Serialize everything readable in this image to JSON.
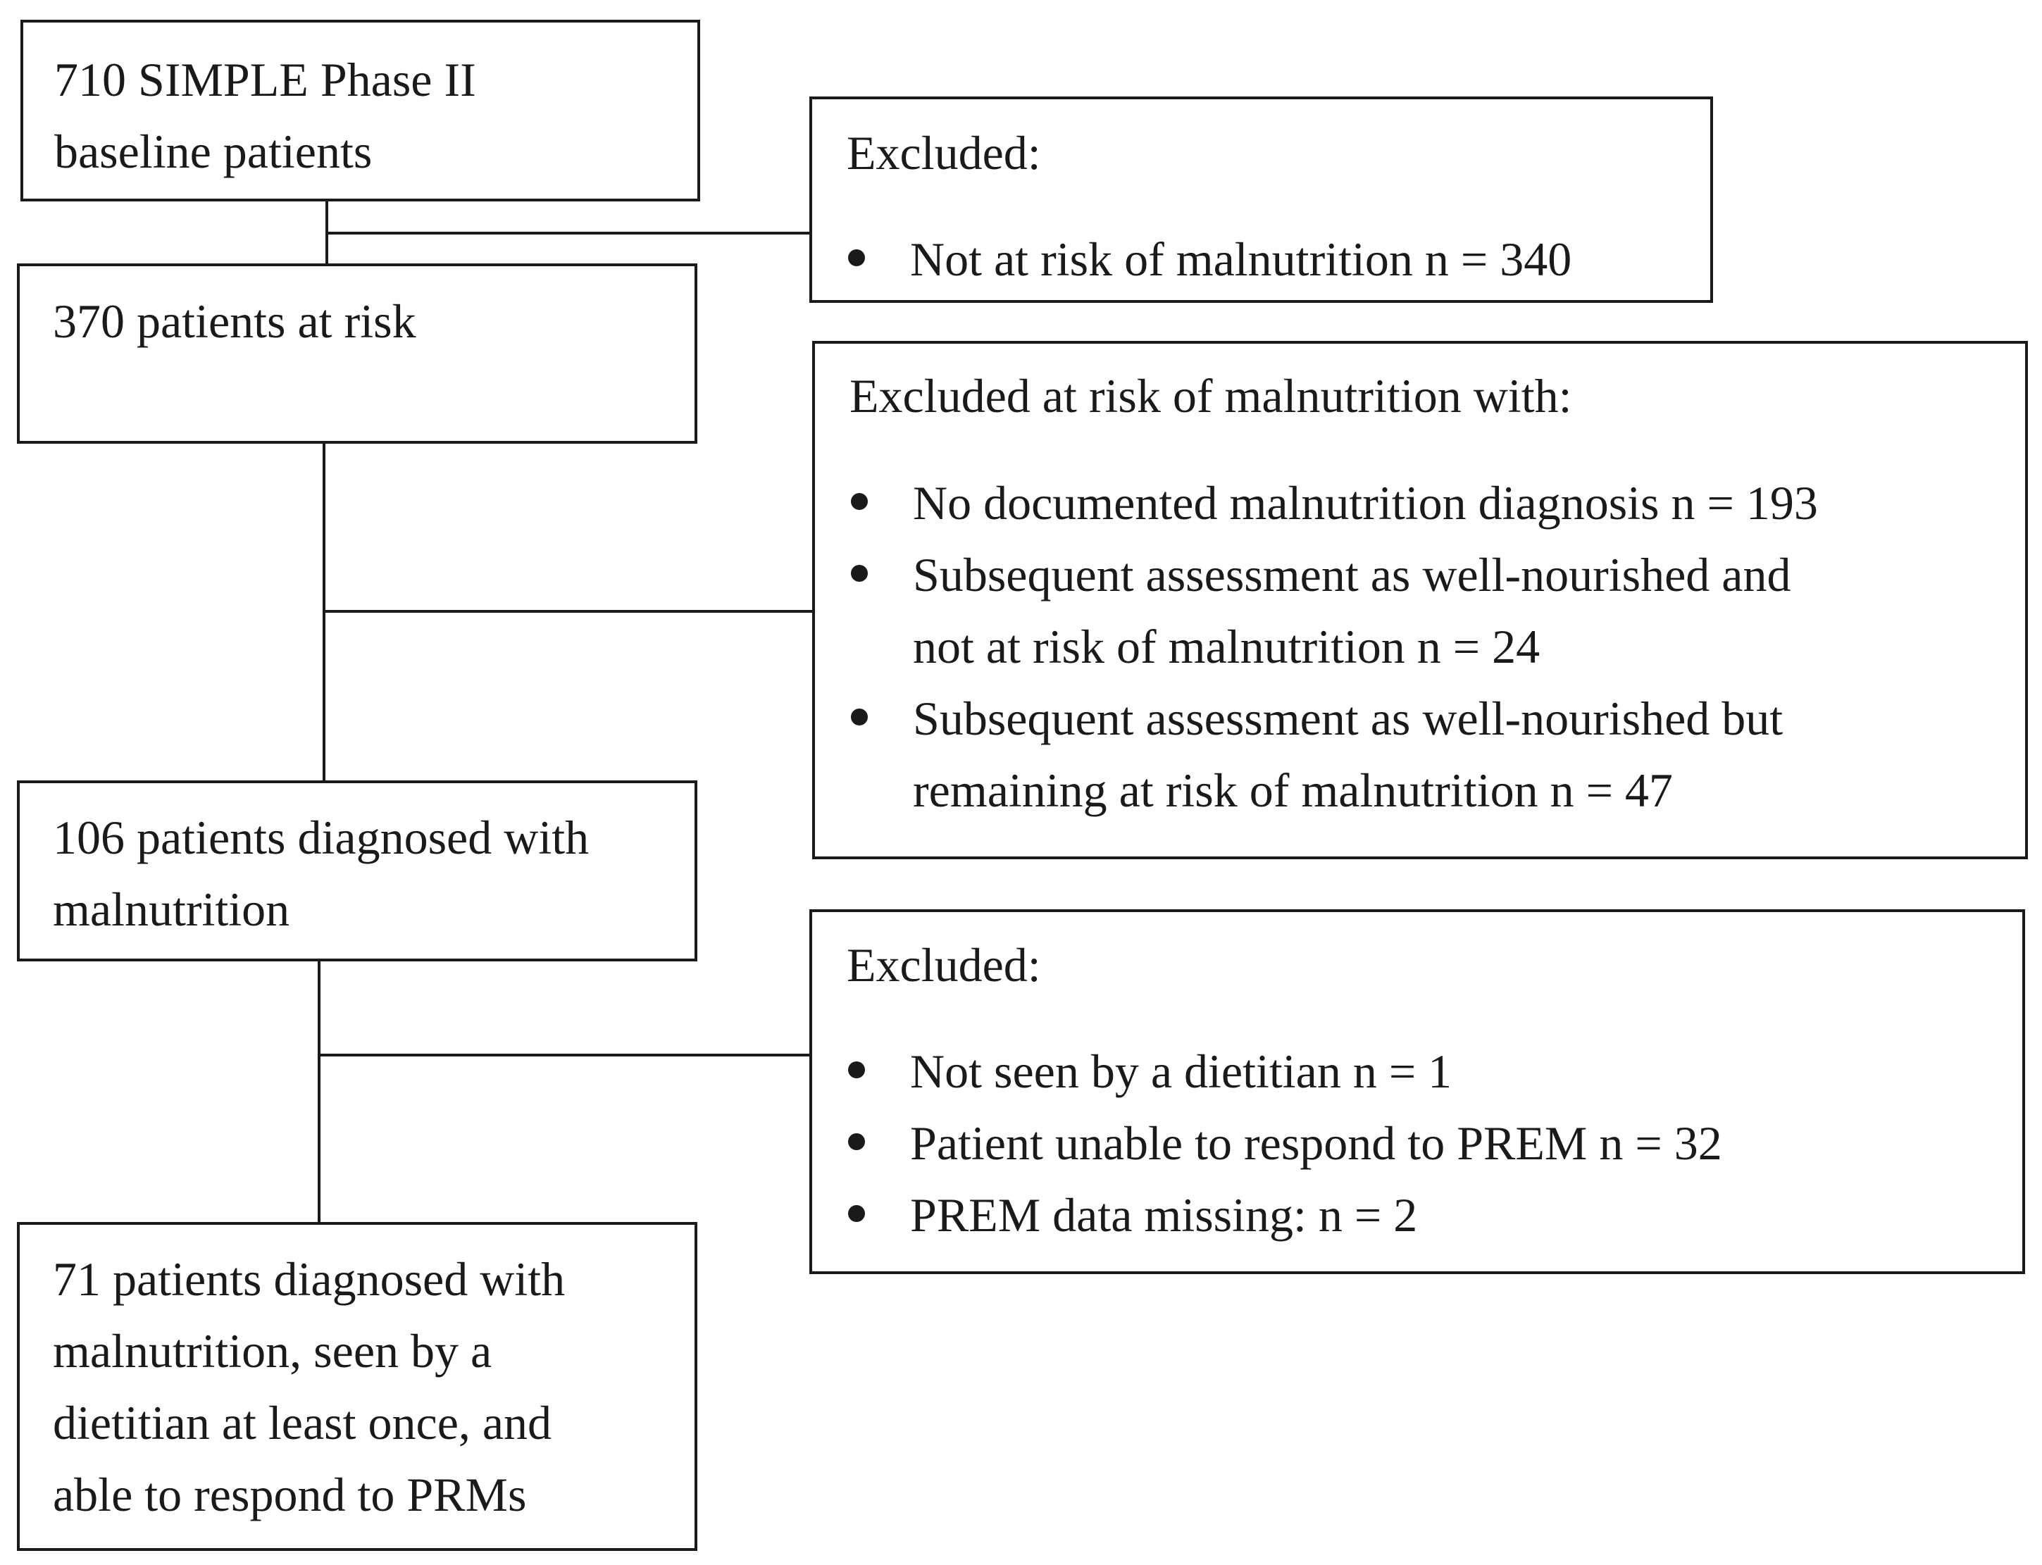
{
  "flow_boxes": [
    {
      "id": "baseline",
      "text": "710 SIMPLE Phase II\nbaseline patients"
    },
    {
      "id": "at-risk",
      "text": "370 patients at risk"
    },
    {
      "id": "diagnosed",
      "text": "106 patients diagnosed with\nmalnutrition"
    },
    {
      "id": "final",
      "text": "71 patients diagnosed with\nmalnutrition, seen by a\ndietitian at least once, and\nable to respond to PRMs"
    }
  ],
  "exclusion_boxes": [
    {
      "id": "excluded-not-at-risk",
      "heading": "Excluded:",
      "items": [
        "Not at risk of malnutrition n = 340"
      ]
    },
    {
      "id": "excluded-at-risk",
      "heading": "Excluded at risk of malnutrition with:",
      "items": [
        "No documented malnutrition diagnosis n = 193",
        "Subsequent assessment as well-nourished and\nnot at risk of malnutrition n = 24",
        "Subsequent assessment as well-nourished but\nremaining at risk of malnutrition n = 47"
      ]
    },
    {
      "id": "excluded-dietitian",
      "heading": "Excluded:",
      "items": [
        "Not seen by a dietitian n = 1",
        "Patient unable to respond to PREM n = 32",
        "PREM data missing: n = 2"
      ]
    }
  ]
}
